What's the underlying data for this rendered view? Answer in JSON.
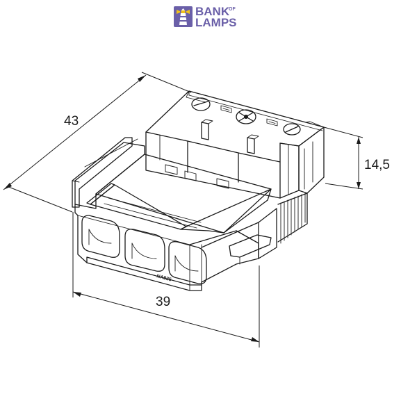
{
  "brand": {
    "line1": "BANK",
    "of": "OF",
    "line2": "LAMPS",
    "color": "#6a5fa8",
    "accent": "#f2c21a",
    "icon": "lighthouse-icon"
  },
  "dimensions": {
    "length": "43",
    "width": "39",
    "height": "14,5"
  },
  "part_marking": "NA835"
}
